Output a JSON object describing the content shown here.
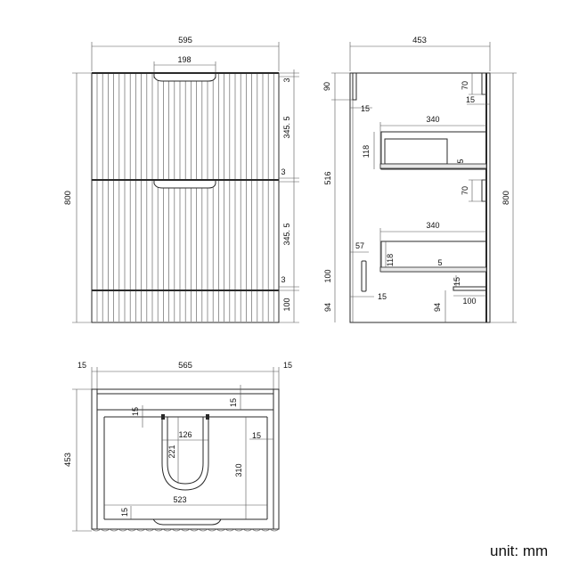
{
  "front_view": {
    "width": "595",
    "notch": "198",
    "height": "800",
    "d_top": "3",
    "d_upper": "345. 5",
    "d_mid": "3",
    "d_lower": "345. 5",
    "d_gap": "3",
    "d_base": "100"
  },
  "side_view": {
    "depth": "453",
    "height": "800",
    "d_90": "90",
    "d_15_top": "15",
    "d_70_top": "70",
    "d_15_right": "15",
    "shelf_top_w": "340",
    "shelf_top_h": "118",
    "shelf_top_t": "5",
    "d_516": "516",
    "d_70_mid": "70",
    "shelf_bot_w": "340",
    "shelf_bot_h": "118",
    "shelf_bot_t": "5",
    "d_57": "57",
    "d_100_left": "100",
    "d_15_left": "15",
    "d_15_rb": "15",
    "d_100_rb": "100",
    "d_94_left": "94",
    "d_94_mid": "94"
  },
  "top_view": {
    "left_side": "15",
    "inner_width": "565",
    "right_side": "15",
    "depth": "453",
    "d_15_a": "15",
    "d_15_b": "15",
    "cutout_w": "126",
    "d_15_c": "15",
    "cutout_d": "221",
    "d_310": "310",
    "drawer_w": "523",
    "d_15_d": "15"
  },
  "unit_label": "unit: mm"
}
